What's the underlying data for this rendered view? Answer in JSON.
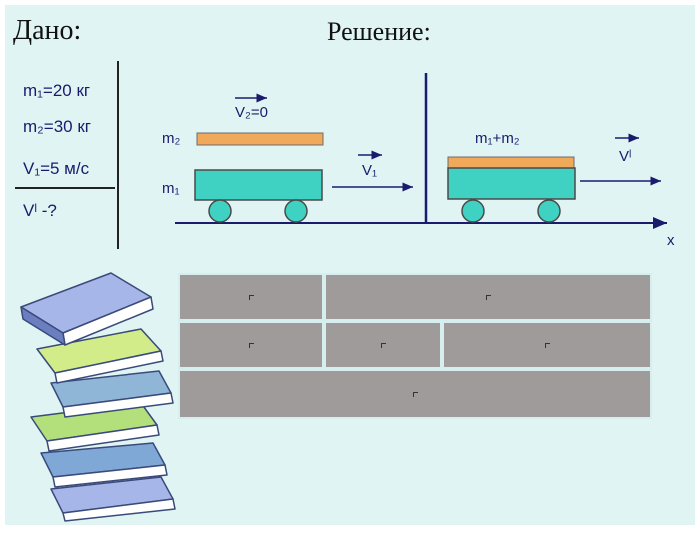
{
  "given": {
    "heading": "Дано:",
    "lines": [
      "m₁=20 кг",
      "m₂=30 кг",
      "V₁=5 м/с",
      "Vˡ -?"
    ]
  },
  "solution": {
    "heading": "Решение:",
    "axis_label": "x",
    "before": {
      "v2_label": "V₂=0",
      "m2_label": "m₂",
      "m1_label": "m₁",
      "v1_label": "V₁"
    },
    "after": {
      "mass_label": "m₁+m₂",
      "v_label": "Vˡ"
    }
  },
  "colors": {
    "background": "#dff4f3",
    "cart": "#3fd2c3",
    "plank": "#f0a85a",
    "tile": "#9e9b9a",
    "label": "#1b1b6e"
  }
}
